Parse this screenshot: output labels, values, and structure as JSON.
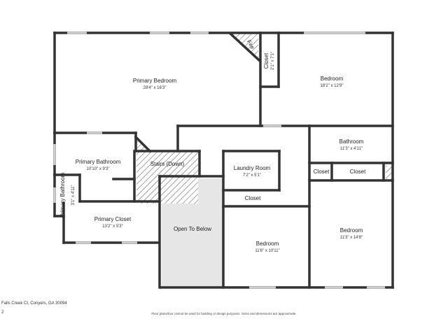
{
  "rooms": {
    "primary_bedroom": {
      "name": "Primary Bedroom",
      "dim": "28'4\" x 16'3\""
    },
    "bedroom_1": {
      "name": "Bedroom",
      "dim": "18'2\" x 12'9\""
    },
    "closet_top": {
      "name": "Closet",
      "dim": "2'1\" x 7'1\""
    },
    "fire": {
      "name": "Fire"
    },
    "primary_bathroom": {
      "name": "Primary Bathroom",
      "dim": "10'10\" x 9'3\""
    },
    "stairs": {
      "name": "Stairs (Down)"
    },
    "bathroom": {
      "name": "Bathroom",
      "dim": "11'3\" x 4'11\""
    },
    "closet_a": {
      "name": "Closet"
    },
    "closet_b": {
      "name": "Closet"
    },
    "laundry": {
      "name": "Laundry Room",
      "dim": "7'2\" x 5'1\""
    },
    "closet_laundry": {
      "name": "Closet"
    },
    "primary_bathroom_small": {
      "name": "Primary Bathroom",
      "dim": "3'1\" x 4'11\""
    },
    "primary_closet": {
      "name": "Primary Closet",
      "dim": "13'2\" x 5'3\""
    },
    "open_below": {
      "name": "Open To Below"
    },
    "bedroom_2": {
      "name": "Bedroom",
      "dim": "11'6\" x 10'11\""
    },
    "bedroom_3": {
      "name": "Bedroom",
      "dim": "11'3\" x 14'8\""
    }
  },
  "footer": {
    "address": "Falls Creek Ct, Conyers, GA 30094",
    "page": "2",
    "disclaimer": "Floor plans/tour cannot be used for building or design purposes. Sizes and dimensions are approximate."
  },
  "colors": {
    "wall": "#333333",
    "open": "#e6e6e6",
    "window": "#cfcfcf"
  }
}
